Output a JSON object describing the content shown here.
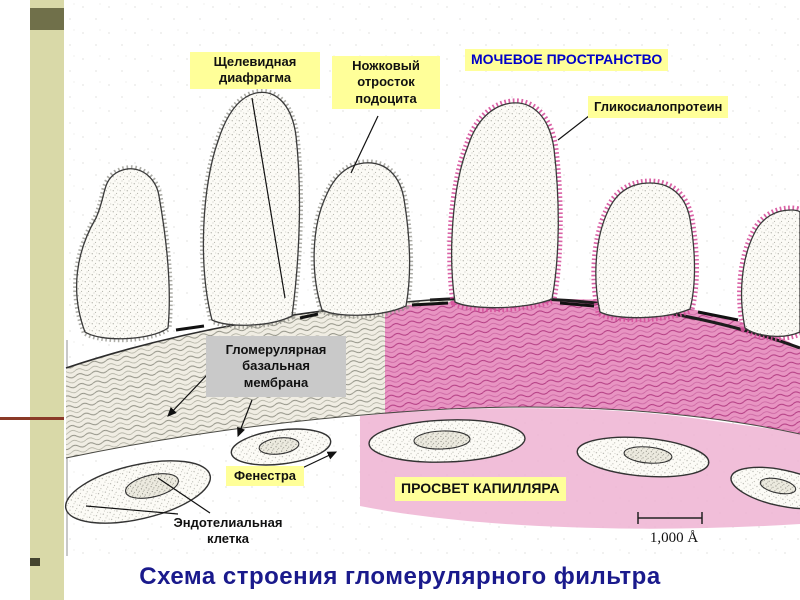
{
  "slide": {
    "title": "Схема строения гломерулярного фильтра"
  },
  "labels": {
    "slit_diaphragm": "Щелевидная диафрагма",
    "podocyte_foot_process": "Ножковый отросток подоцита",
    "urinary_space": "МОЧЕВОЕ ПРОСТРАНСТВО",
    "glycosialoprotein": "Гликосиалопротеин",
    "glomerular_basement_membrane": "Гломерулярная базальная мембрана",
    "fenestra": "Фенестра",
    "capillary_lumen": "ПРОСВЕТ КАПИЛЛЯРА",
    "endothelial_cell": "Эндотелиальная клетка",
    "scale_bar": "1,000 Å"
  },
  "colors": {
    "label_highlight": "#ffff99",
    "urinary_space_text": "#0000c8",
    "title_text": "#1a1a8c",
    "membrane_pink": "#e88fc0",
    "lumen_pink": "#efb3d2",
    "gbm_label_box": "#c9c9c9",
    "sidebar_bar": "#d9d9a8",
    "sidebar_top_block": "#70704a",
    "accent_line": "#8a3a28"
  }
}
